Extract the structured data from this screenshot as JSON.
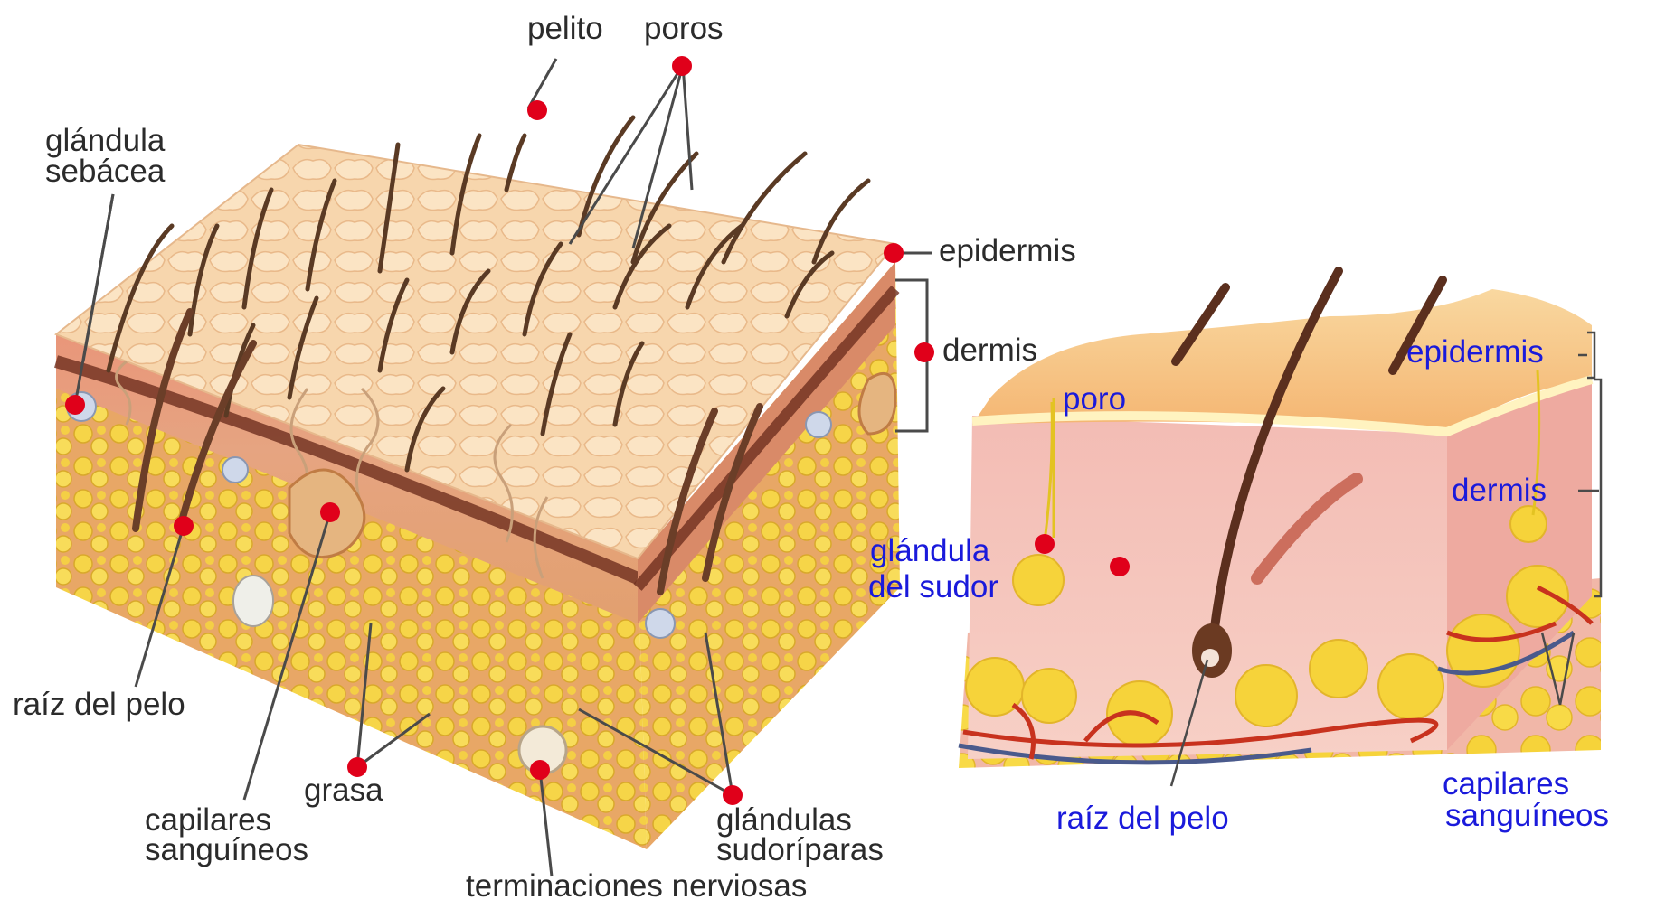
{
  "left_diagram": {
    "labels": {
      "pelito": "pelito",
      "poros": "poros",
      "glandula_sebacea_1": "glándula",
      "glandula_sebacea_2": "sebácea",
      "epidermis": "epidermis",
      "dermis": "dermis",
      "raiz_del_pelo": "raíz del pelo",
      "grasa": "grasa",
      "capilares_1": "capilares",
      "capilares_2": "sanguíneos",
      "glandulas_sudoriparas_1": "glándulas",
      "glandulas_sudoriparas_2": "sudoríparas",
      "terminaciones_nerviosas": "terminaciones nerviosas"
    }
  },
  "right_diagram": {
    "labels": {
      "epidermis": "epidermis",
      "poro": "poro",
      "dermis": "dermis",
      "glandula_del_sudor_1": "glándula",
      "glandula_del_sudor_2": "del sudor",
      "raiz_del_pelo": "raíz del pelo",
      "capilares_1": "capilares",
      "capilares_2": "sanguíneos"
    }
  },
  "colors": {
    "label_dark": "#2b2b2b",
    "label_blue": "#1a1adb",
    "marker_red": "#e0001a",
    "skin_surface": "#f6d3a8",
    "dermis": "#e9a98a",
    "fat": "#f3d34a",
    "hair": "#5a3a24",
    "right_dermis": "#f5c7c2",
    "vessel_red": "#c8321e",
    "vessel_blue": "#4a5a8c"
  }
}
